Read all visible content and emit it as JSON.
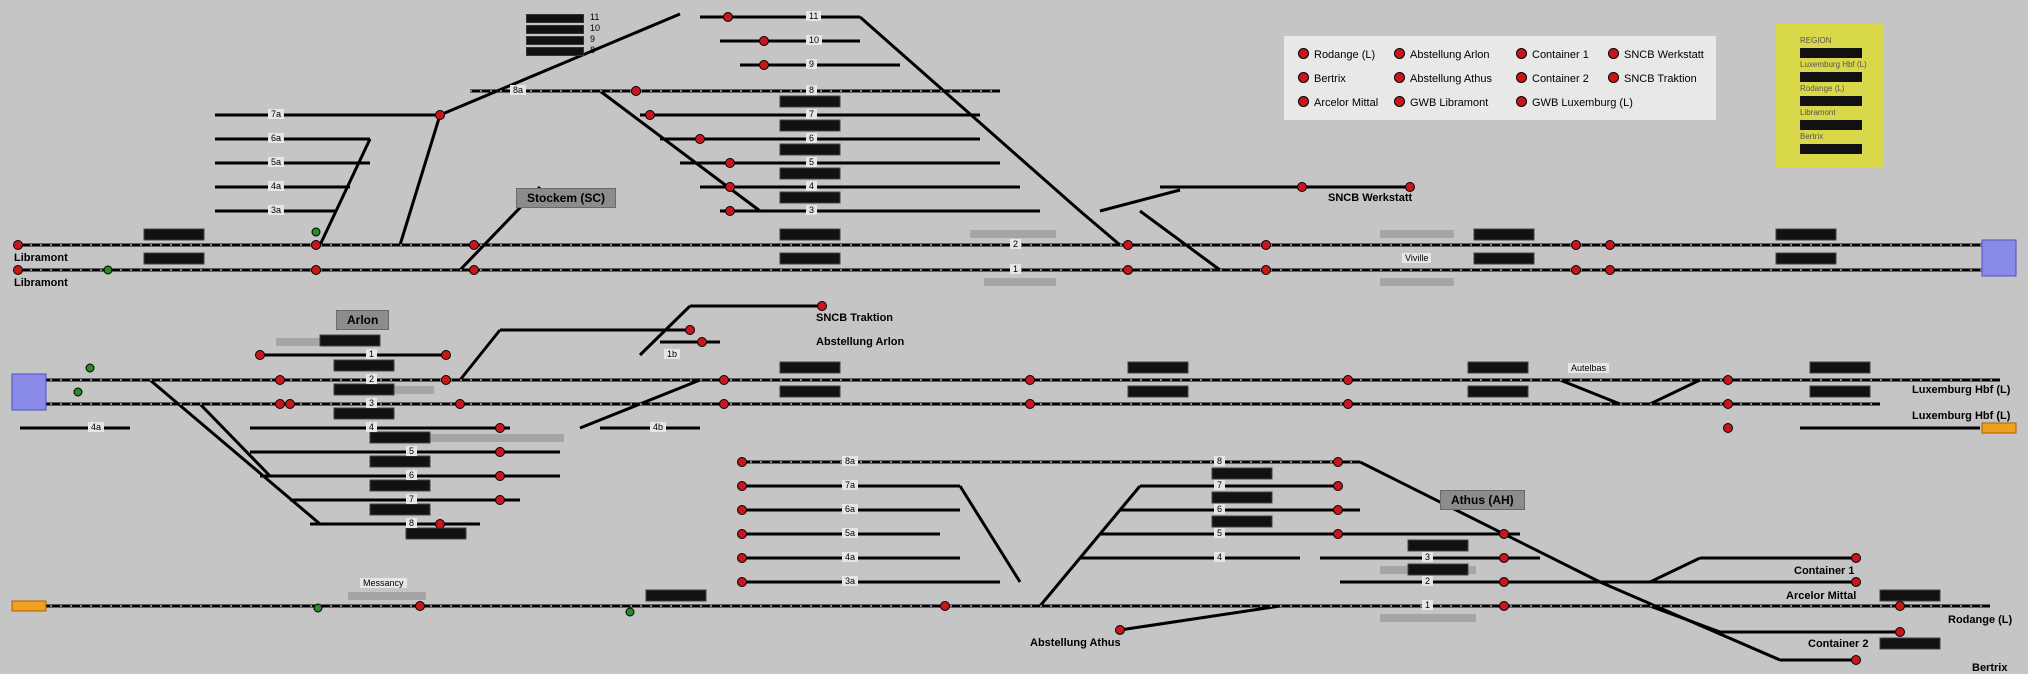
{
  "stations": {
    "stockem": "Stockem (SC)",
    "arlon": "Arlon",
    "athus": "Athus (AH)"
  },
  "places": {
    "libramont_1": "Libramont",
    "libramont_2": "Libramont",
    "sncb_werkstatt": "SNCB Werkstatt",
    "sncb_traktion": "SNCB Traktion",
    "abstellung_arlon": "Abstellung Arlon",
    "viville": "Viville",
    "autelbas": "Autelbas",
    "luxemburg_1": "Luxemburg Hbf (L)",
    "luxemburg_2": "Luxemburg Hbf (L)",
    "messancy": "Messancy",
    "abstellung_athus": "Abstellung Athus",
    "container_1": "Container 1",
    "arcelor_mittal": "Arcelor Mittal",
    "rodange": "Rodange (L)",
    "container_2": "Container 2",
    "bertrix": "Bertrix"
  },
  "legend": {
    "items": [
      "Rodange (L)",
      "Abstellung Arlon",
      "Container 1",
      "SNCB Werkstatt",
      "Bertrix",
      "Abstellung Athus",
      "Container 2",
      "SNCB Traktion",
      "Arcelor Mittal",
      "GWB Libramont",
      "GWB Luxemburg (L)"
    ]
  },
  "region_panel": {
    "title": "REGION",
    "entries": [
      "Luxemburg Hbf (L)",
      "Rodange (L)",
      "Libramont",
      "Bertrix"
    ]
  },
  "block_counter": {
    "numbers": [
      "11",
      "10",
      "9",
      "8"
    ]
  },
  "colors": {
    "background": "#c5c5c5",
    "track": "#000000",
    "signal_red": "#c8161d",
    "signal_green": "#2a8a2a",
    "entry_blue": "#8a8ae8",
    "entry_orange": "#f0a020",
    "region_yellow": "#d8d84a"
  },
  "track_numbers": {
    "stockem_left": [
      "7a",
      "6a",
      "5a",
      "4a",
      "3a"
    ],
    "stockem_right": [
      "11",
      "10",
      "9",
      "8",
      "7",
      "6",
      "5",
      "4",
      "3"
    ],
    "stockem_branch": "8a",
    "main": [
      "2",
      "1"
    ],
    "arlon": [
      "1",
      "2",
      "3",
      "4",
      "5",
      "6",
      "7",
      "8"
    ],
    "arlon_branch": [
      "1b",
      "4a",
      "4b"
    ],
    "athus_left": [
      "8a",
      "7a",
      "6a",
      "5a",
      "4a",
      "3a"
    ],
    "athus_right": [
      "8",
      "7",
      "6",
      "5",
      "4",
      "3",
      "2",
      "1"
    ]
  }
}
